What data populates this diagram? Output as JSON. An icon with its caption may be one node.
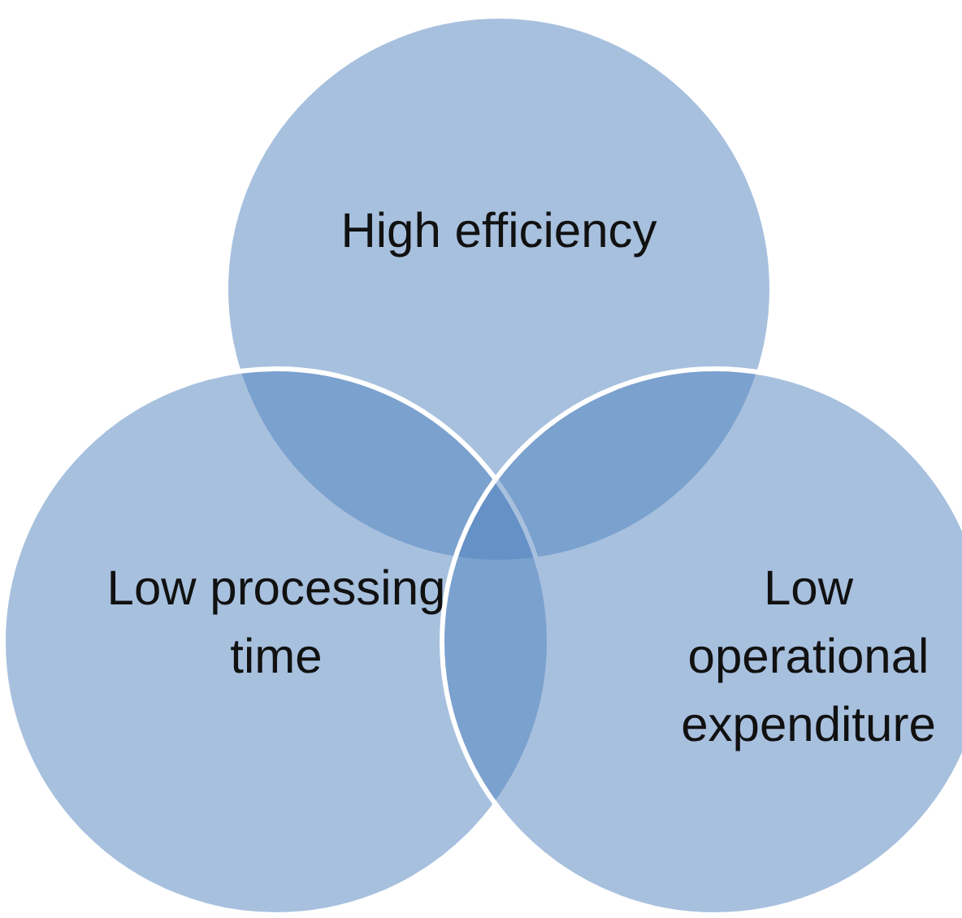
{
  "diagram": {
    "nodes": [
      {
        "text": [
          "High efficiency"
        ]
      },
      {
        "text": [
          "Low processing time"
        ]
      },
      {
        "text": [
          "Low operational expenditure"
        ]
      }
    ]
  }
}
